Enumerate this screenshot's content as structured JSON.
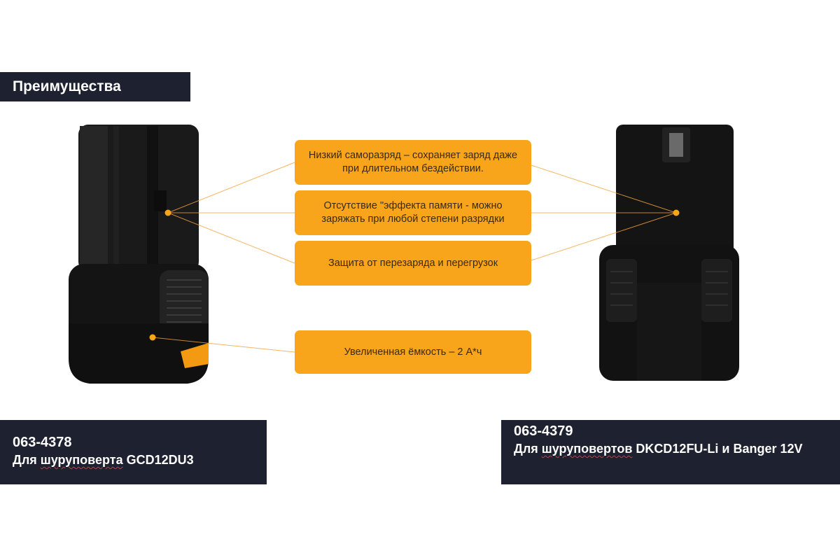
{
  "header": {
    "title": "Преимущества"
  },
  "callouts": [
    {
      "text": "Низкий саморазряд – сохраняет заряд даже при длительном бездействии."
    },
    {
      "text": "Отсутствие \"эффекта памяти - можно заряжать при любой степени разрядки"
    },
    {
      "text": "Защита от перезаряда и перегрузок"
    },
    {
      "text": "Увеличенная ёмкость – 2 А*ч"
    }
  ],
  "products": [
    {
      "code": "063-4378",
      "desc_prefix": "Для ",
      "desc_underlined": "шуруповерта",
      "desc_suffix": " GCD12DU3"
    },
    {
      "code": "063-4379",
      "desc_prefix": "Для ",
      "desc_underlined": "шуруповертов",
      "desc_suffix": " DKCD12FU-Li и Banger 12V"
    }
  ],
  "colors": {
    "accent": "#f8a51c",
    "dark": "#1e2130",
    "underline": "#d23b3b"
  }
}
